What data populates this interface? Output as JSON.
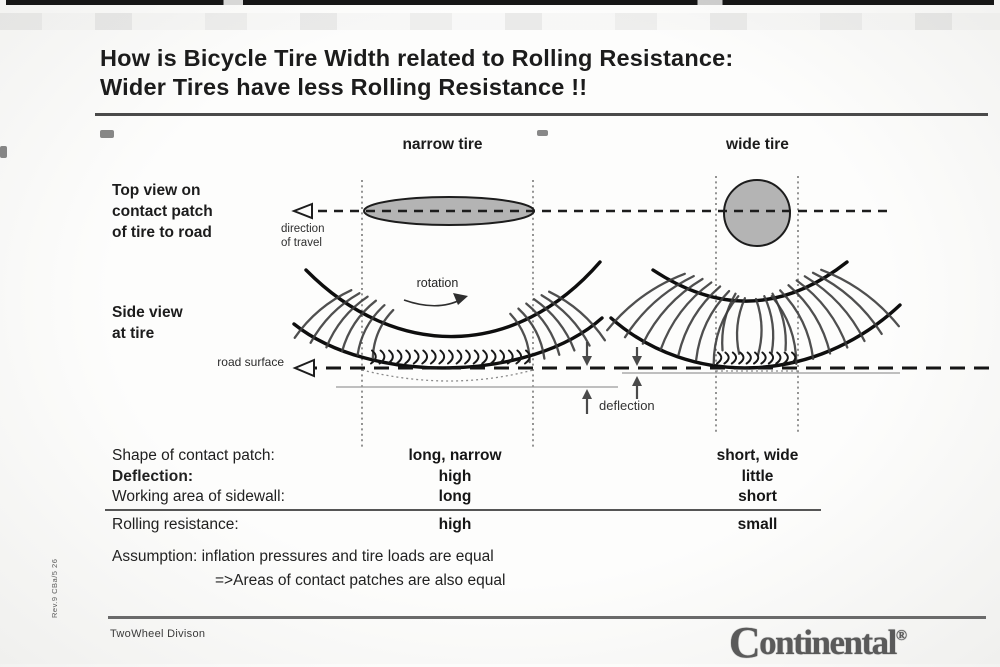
{
  "title": [
    "How is Bicycle Tire Width related to Rolling Resistance:",
    "Wider Tires have less Rolling Resistance !!"
  ],
  "column_headers": {
    "narrow": "narrow tire",
    "wide": "wide tire"
  },
  "view_labels": {
    "top_view": [
      "Top view on",
      "contact patch",
      "of tire to road"
    ],
    "side_view": [
      "Side view",
      "at tire"
    ]
  },
  "annotations": {
    "direction_of_travel": [
      "direction",
      "of travel"
    ],
    "rotation": "rotation",
    "road_surface": "road surface",
    "deflection": "deflection"
  },
  "comparison_table": {
    "rows": [
      {
        "label": "Shape of contact patch:",
        "narrow": "long, narrow",
        "wide": "short, wide"
      },
      {
        "label": "Deflection:",
        "narrow": "high",
        "wide": "little"
      },
      {
        "label": "Working area of sidewall:",
        "narrow": "long",
        "wide": "short"
      }
    ],
    "summary": {
      "label": "Rolling resistance:",
      "narrow": "high",
      "wide": "small"
    }
  },
  "assumption": [
    "Assumption: inflation pressures and tire loads are equal",
    "=>Areas of contact patches are also equal"
  ],
  "footer": {
    "division": "TwoWheel Divison",
    "brand": "Continental",
    "registered_mark": "®"
  },
  "edge_note": "Rev.9 CBa/5 26",
  "colors": {
    "patch_fill": "#b4b4b4",
    "ink": "#1c1c1c",
    "logo_gray": "#5a5a5a"
  }
}
